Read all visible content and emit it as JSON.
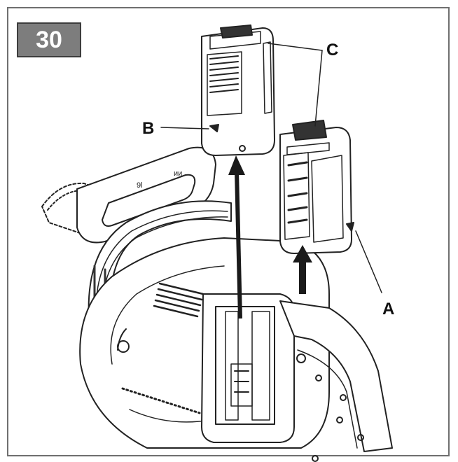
{
  "figure": {
    "step_number": "30",
    "callouts": {
      "a": "A",
      "b": "B",
      "c": "C"
    }
  },
  "colors": {
    "badge_background": "#7d7d7d",
    "frame_border": "#6f6f6f",
    "line_art": "#222222",
    "arrow": "#1a1a1a"
  },
  "icons": [
    "arrow-up-icon",
    "chainsaw-illustration",
    "battery-pack-illustration"
  ]
}
